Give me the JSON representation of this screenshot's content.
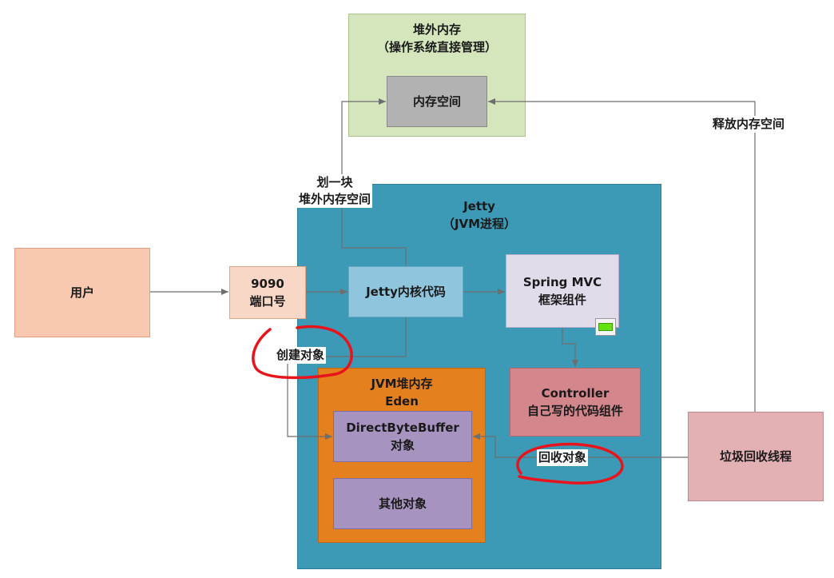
{
  "offheap": {
    "title": "堆外内存",
    "subtitle": "（操作系统直接管理）"
  },
  "memspace": {
    "label": "内存空间"
  },
  "jetty": {
    "title": "Jetty",
    "subtitle": "（JVM进程）"
  },
  "user": {
    "label": "用户"
  },
  "port": {
    "line1": "9090",
    "line2": "端口号"
  },
  "jettycore": {
    "label": "Jetty内核代码"
  },
  "spring": {
    "line1": "Spring MVC",
    "line2": "框架组件"
  },
  "heap": {
    "line1": "JVM堆内存",
    "line2": "Eden"
  },
  "dbb": {
    "line1": "DirectByteBuffer",
    "line2": "对象"
  },
  "other": {
    "label": "其他对象"
  },
  "controller": {
    "line1": "Controller",
    "line2": "自己写的代码组件"
  },
  "gc": {
    "label": "垃圾回收线程"
  },
  "labels": {
    "carve_line1": "划一块",
    "carve_line2": "堆外内存空间",
    "release": "释放内存空间",
    "create": "创建对象",
    "recycle": "回收对象"
  },
  "colors": {
    "connector": "#6e6e6e",
    "annotation": "#e8141b"
  }
}
